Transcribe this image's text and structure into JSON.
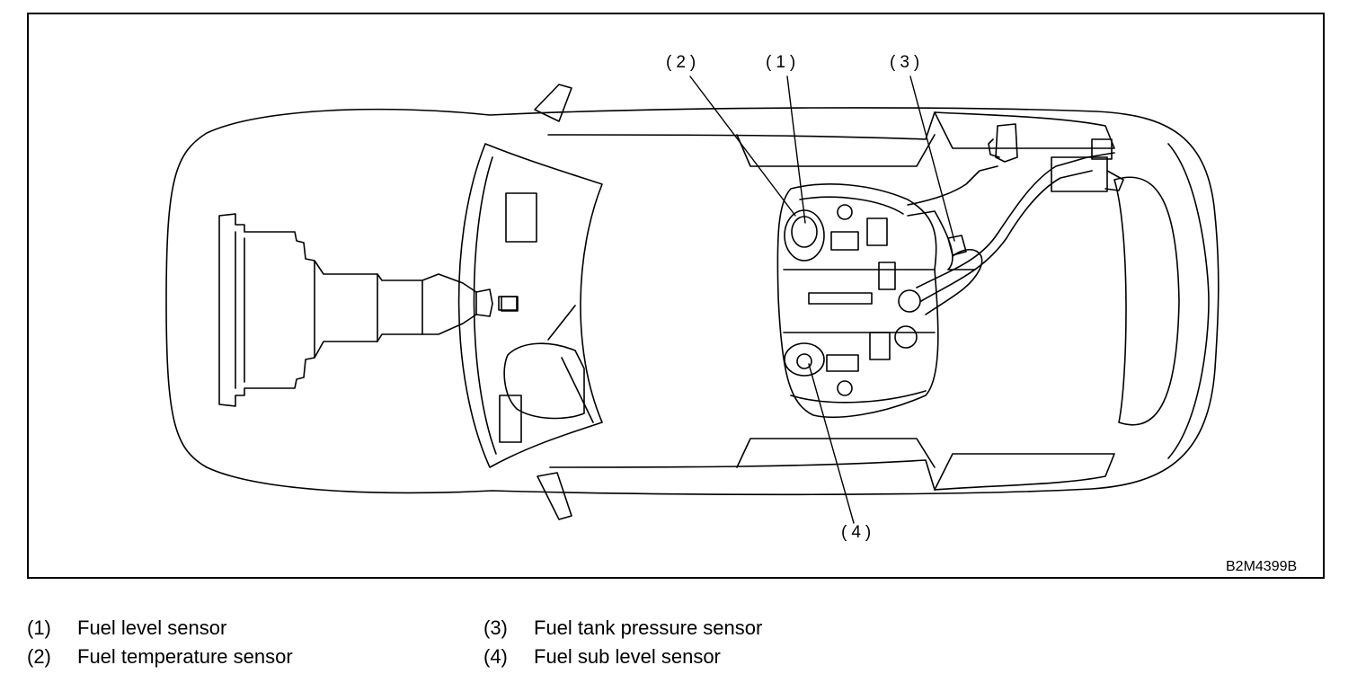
{
  "figure": {
    "code": "B2M4399B",
    "callouts": [
      {
        "id": "1",
        "label": "(1)"
      },
      {
        "id": "2",
        "label": "(2)"
      },
      {
        "id": "3",
        "label": "(3)"
      },
      {
        "id": "4",
        "label": "(4)"
      }
    ]
  },
  "legend": [
    {
      "number": "(1)",
      "text": "Fuel level sensor"
    },
    {
      "number": "(2)",
      "text": "Fuel temperature sensor"
    },
    {
      "number": "(3)",
      "text": "Fuel tank pressure sensor"
    },
    {
      "number": "(4)",
      "text": "Fuel sub level sensor"
    }
  ]
}
